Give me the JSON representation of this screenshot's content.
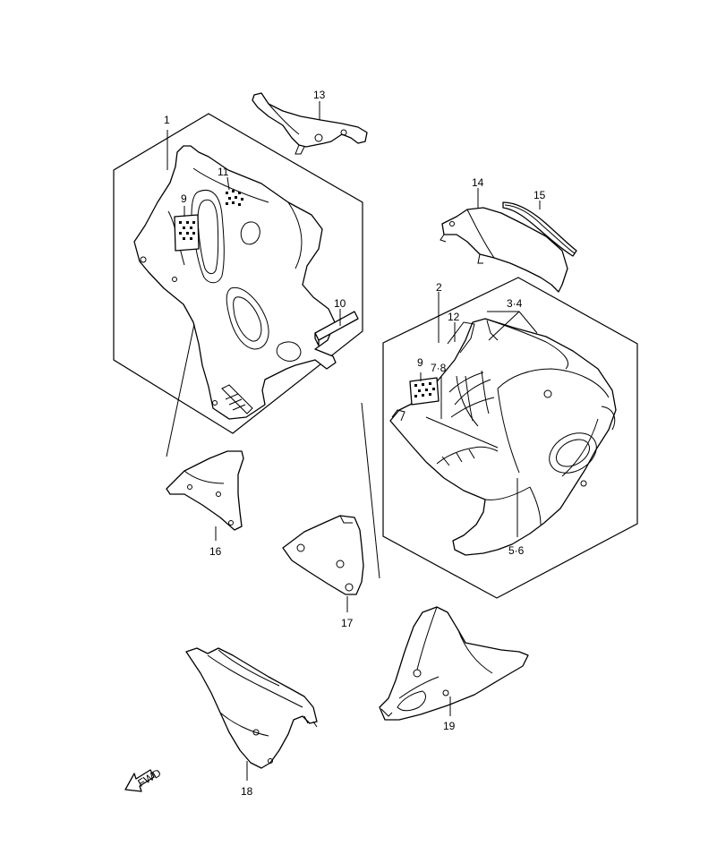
{
  "diagram": {
    "labels": {
      "p1": "1",
      "p2": "2",
      "p3_4": "3·4",
      "p5_6": "5·6",
      "p7_8": "7·8",
      "p9a": "9",
      "p9b": "9",
      "p10": "10",
      "p11": "11",
      "p12": "12",
      "p13": "13",
      "p14": "14",
      "p15": "15",
      "p16": "16",
      "p17": "17",
      "p18": "18",
      "p19": "19"
    },
    "fwd_label": "FWD",
    "icons": [
      "fwd-arrow-icon",
      "decal-logo-icon"
    ],
    "colors": {
      "line": "#000000",
      "background": "#ffffff"
    }
  }
}
